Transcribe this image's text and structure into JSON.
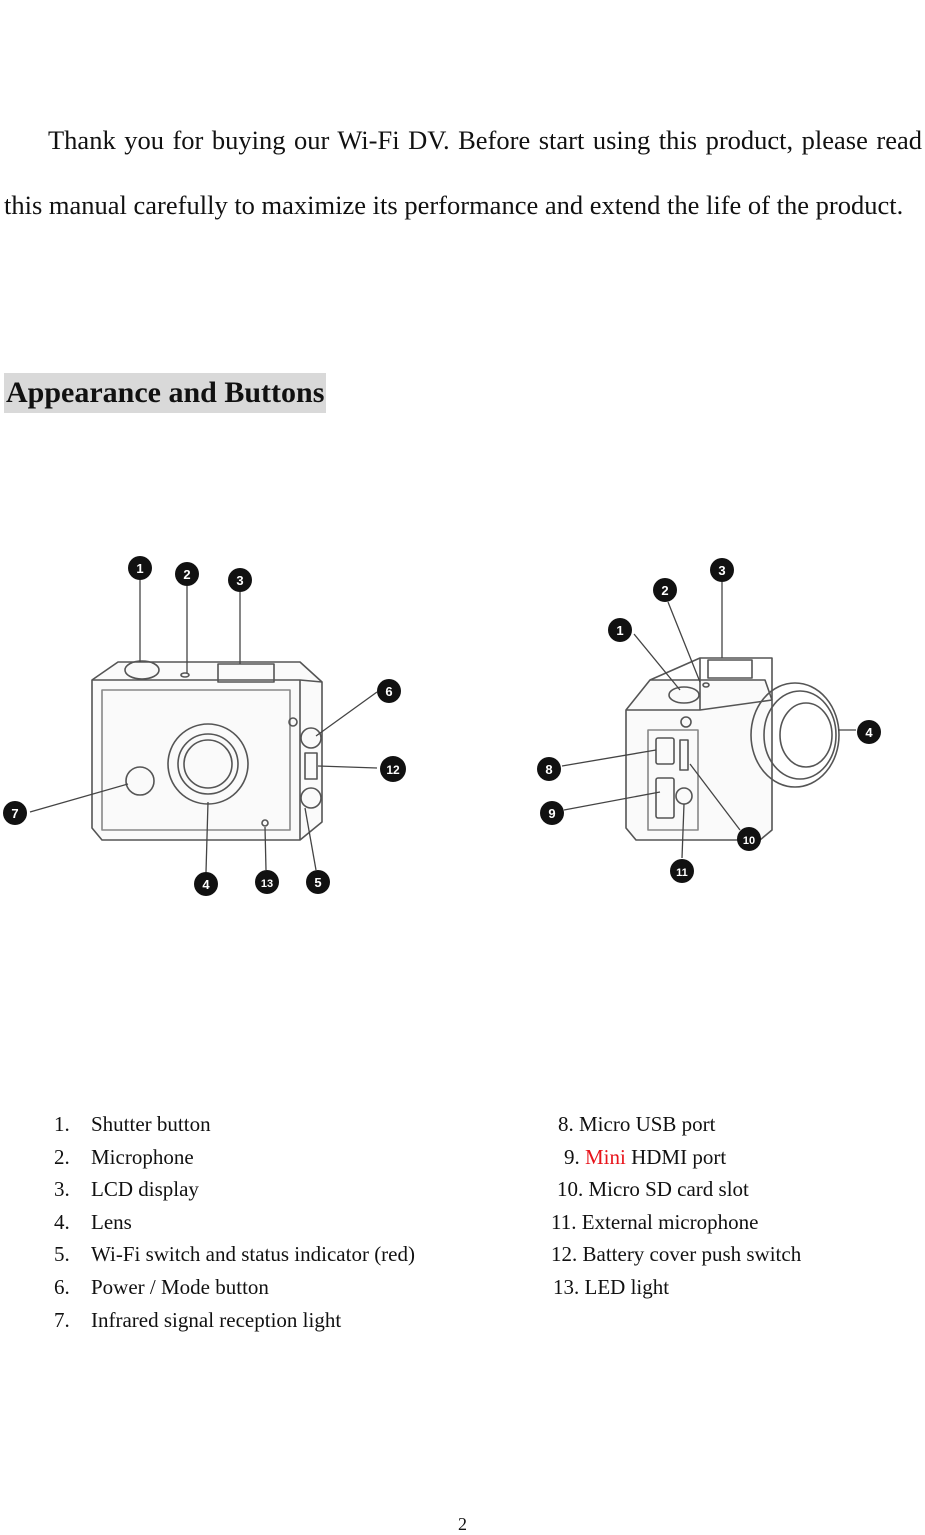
{
  "intro": {
    "text": "Thank you for buying our Wi-Fi DV. Before start using this product, please read this manual carefully to maximize its performance and extend the life of the product."
  },
  "section_heading": "Appearance and Buttons",
  "figure": {
    "left_labels": [
      "1",
      "2",
      "3",
      "6",
      "12",
      "7",
      "4",
      "13",
      "5"
    ],
    "right_labels": [
      "3",
      "2",
      "1",
      "4",
      "8",
      "9",
      "10",
      "11"
    ]
  },
  "parts_left": [
    {
      "num": "1.",
      "label": "Shutter button"
    },
    {
      "num": "2.",
      "label": "Microphone"
    },
    {
      "num": "3.",
      "label": "LCD display"
    },
    {
      "num": "4.",
      "label": "Lens"
    },
    {
      "num": "5.",
      "label": "Wi-Fi switch and status indicator (red)"
    },
    {
      "num": "6.",
      "label": "Power / Mode button"
    },
    {
      "num": "7.",
      "label": "Infrared signal reception light"
    }
  ],
  "parts_right": [
    {
      "num": "8.",
      "pre": "",
      "red": "",
      "label": "Micro USB port"
    },
    {
      "num": "9.",
      "pre": "",
      "red": "Mini",
      "label": "HDMI port"
    },
    {
      "num": "10.",
      "pre": "",
      "red": "",
      "label": "Micro SD card slot"
    },
    {
      "num": "11.",
      "pre": "",
      "red": "",
      "label": "External microphone"
    },
    {
      "num": "12.",
      "pre": "",
      "red": "",
      "label": "Battery cover push switch"
    },
    {
      "num": "13.",
      "pre": "",
      "red": "",
      "label": "LED light"
    }
  ],
  "page_number": "2"
}
